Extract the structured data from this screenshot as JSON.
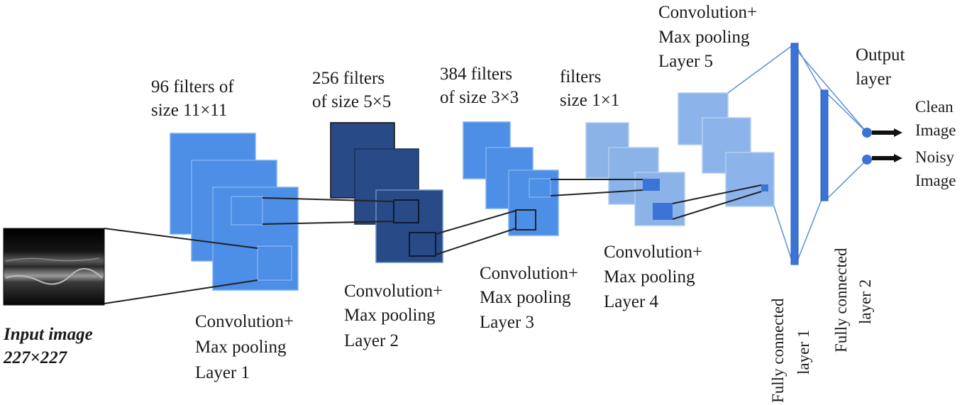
{
  "colors": {
    "layer1": "#4d8ee6",
    "layer2": "#284a86",
    "layer3": "#4d8ee6",
    "layer4": "#8bb3e8",
    "layer5": "#8db4ea",
    "fc": "#3c73d6",
    "arrow": "#111111"
  },
  "input": {
    "title": "Input image",
    "size": "227×227"
  },
  "layers": [
    {
      "filters_line1": "96 filters of",
      "filters_line2": "size 11×11",
      "op": "Convolution+",
      "pool": "Max pooling",
      "name": "Layer 1"
    },
    {
      "filters_line1": "256 filters",
      "filters_line2": "of size 5×5",
      "op": "Convolution+",
      "pool": "Max pooling",
      "name": "Layer 2"
    },
    {
      "filters_line1": "384 filters",
      "filters_line2": "of size 3×3",
      "op": "Convolution+",
      "pool": "Max pooling",
      "name": "Layer 3"
    },
    {
      "filters_line1": "filters",
      "filters_line2": "size 1×1",
      "op": "Convolution+",
      "pool": "Max pooling",
      "name": "Layer 4"
    },
    {
      "op": "Convolution+",
      "pool": "Max pooling",
      "name": "Layer 5"
    }
  ],
  "fc1": {
    "line1": "Fully connected",
    "line2": "layer 1"
  },
  "fc2": {
    "line1": "Fully connected",
    "line2": "layer 2"
  },
  "output": {
    "title_line1": "Output",
    "title_line2": "layer",
    "clean_line1": "Clean",
    "clean_line2": "Image",
    "noisy_line1": "Noisy",
    "noisy_line2": "Image"
  }
}
